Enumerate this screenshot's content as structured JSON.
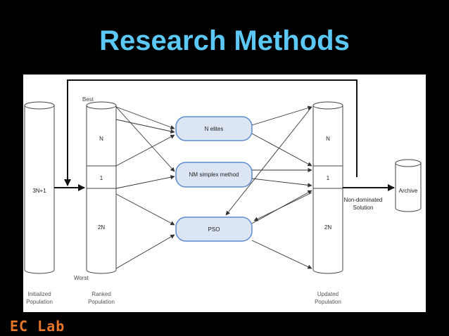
{
  "slide": {
    "title": "Research Methods",
    "logo_text": "EC Lab",
    "accent_color": "#5bc8f5",
    "logo_color": "#e8772a"
  },
  "diagram": {
    "initialized": {
      "count": "3N+1",
      "caption_line1": "Initialized",
      "caption_line2": "Population"
    },
    "ranked": {
      "best": "Best",
      "worst": "Worst",
      "seg_top": "N",
      "seg_mid": "1",
      "seg_bot": "2N",
      "caption_line1": "Ranked",
      "caption_line2": "Population"
    },
    "methods": {
      "elites": "N elites",
      "simplex": "NM  simplex method",
      "pso": "PSO"
    },
    "updated": {
      "seg_top": "N",
      "seg_mid": "1",
      "seg_bot": "2N",
      "caption_line1": "Updated",
      "caption_line2": "Population"
    },
    "output": {
      "line1": "Non-dominated",
      "line2": "Solution"
    },
    "archive": "Archive"
  }
}
